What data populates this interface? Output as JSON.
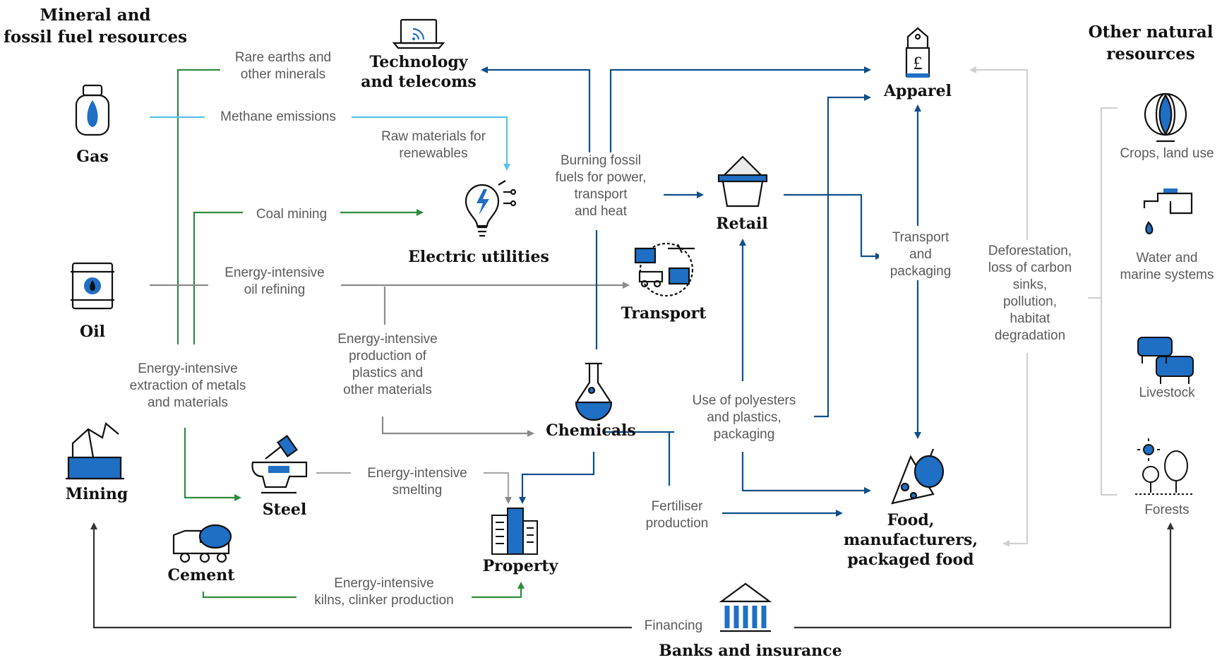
{
  "colors": {
    "green": "#2e8b3e",
    "blue": "#0d4f8b",
    "lightblue": "#5bc0eb",
    "grey": "#8a8a8a",
    "lightgrey": "#d0d0d0",
    "accent": "#1f6fc4"
  },
  "titles": {
    "left": "Mineral and\nfossil fuel resources",
    "right": "Other natural\nresources"
  },
  "nodes": {
    "gas": "Gas",
    "oil": "Oil",
    "mining": "Mining",
    "steel": "Steel",
    "cement": "Cement",
    "tech": "Technology\nand telecoms",
    "electric": "Electric utilities",
    "transport": "Transport",
    "chemicals": "Chemicals",
    "property": "Property",
    "retail": "Retail",
    "apparel": "Apparel",
    "food": "Food,\nmanufacturers,\npackaged food",
    "banks": "Banks and insurance"
  },
  "resources": {
    "crops": "Crops, land use",
    "water": "Water and\nmarine systems",
    "livestock": "Livestock",
    "forests": "Forests"
  },
  "flows": {
    "rare_earths": "Rare earths and\nother minerals",
    "methane": "Methane emissions",
    "raw_materials": "Raw materials for\nrenewables",
    "coal": "Coal mining",
    "oil_refining": "Energy-intensive\noil refining",
    "extraction": "Energy-intensive\nextraction of metals\nand materials",
    "plastics": "Energy-intensive\nproduction of\nplastics and\nother materials",
    "burning": "Burning fossil\nfuels for power,\ntransport\nand heat",
    "smelting": "Energy-intensive\nsmelting",
    "kilns": "Energy-intensive\nkilns, clinker production",
    "polyesters": "Use of polyesters\nand plastics,\npackaging",
    "fertiliser": "Fertiliser\nproduction",
    "transport_packaging": "Transport\nand\npackaging",
    "deforestation": "Deforestation,\nloss of carbon\nsinks,\npollution,\nhabitat\ndegradation",
    "financing": "Financing"
  }
}
